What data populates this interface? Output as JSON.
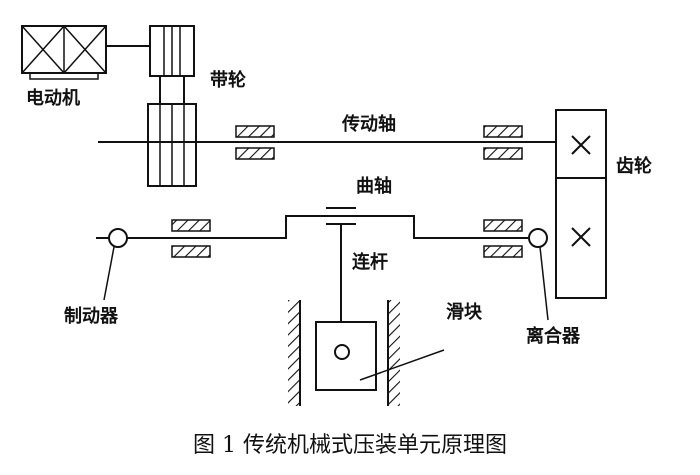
{
  "labels": {
    "motor": "电动机",
    "belt_pulley": "带轮",
    "drive_shaft": "传动轴",
    "gear": "齿轮",
    "crankshaft": "曲轴",
    "connecting_rod": "连杆",
    "brake": "制动器",
    "slider": "滑块",
    "clutch": "离合器"
  },
  "caption": "图 1  传统机械式压装单元原理图"
}
